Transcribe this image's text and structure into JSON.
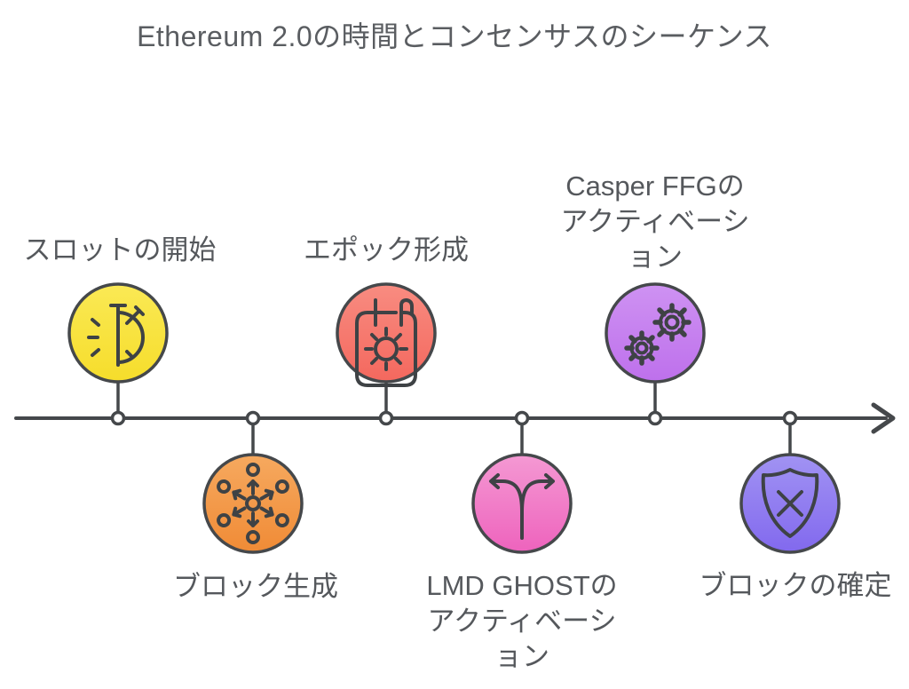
{
  "title": "Ethereum 2.0の時間とコンセンサスのシーケンス",
  "timeline": {
    "direction": "left-to-right-arrow",
    "line_color": "#45484b"
  },
  "style": {
    "background": "#ffffff",
    "stroke": "#45484b",
    "icon_stroke": "#3e4245",
    "text_color": "#55585c",
    "title_color": "#5a5d61"
  },
  "nodes": [
    {
      "name": "slot-start",
      "label": "スロットの開始",
      "label_lines": [
        "スロットの開始"
      ],
      "icon": "stopwatch-icon",
      "side": "above",
      "colors": {
        "top": "#fae955",
        "bottom": "#f6dd2b"
      }
    },
    {
      "name": "block-generation",
      "label": "ブロック生成",
      "label_lines": [
        "ブロック生成"
      ],
      "icon": "broadcast-icon",
      "side": "below",
      "colors": {
        "top": "#f6a95f",
        "bottom": "#f08b36"
      }
    },
    {
      "name": "epoch-formation",
      "label": "エポック形成",
      "label_lines": [
        "エポック形成"
      ],
      "icon": "calendar-icon",
      "side": "above",
      "colors": {
        "top": "#f88c81",
        "bottom": "#f4685e"
      }
    },
    {
      "name": "lmd-ghost-activation",
      "label": "LMD GHOSTのアクティベーション",
      "label_lines": [
        "LMD GHOSTの",
        "アクティベーシ",
        "ョン"
      ],
      "icon": "fork-icon",
      "side": "below",
      "colors": {
        "top": "#f499d3",
        "bottom": "#ee63bd"
      }
    },
    {
      "name": "casper-ffg-activation",
      "label": "Casper FFGのアクティベーション",
      "label_lines": [
        "Casper FFGの",
        "アクティベーシ",
        "ョン"
      ],
      "icon": "gears-icon",
      "side": "above",
      "colors": {
        "top": "#ce92f2",
        "bottom": "#be70ec"
      }
    },
    {
      "name": "block-finalization",
      "label": "ブロックの確定",
      "label_lines": [
        "ブロックの確定"
      ],
      "icon": "shield-x-icon",
      "side": "below",
      "colors": {
        "top": "#a193f3",
        "bottom": "#8269ee"
      }
    }
  ]
}
